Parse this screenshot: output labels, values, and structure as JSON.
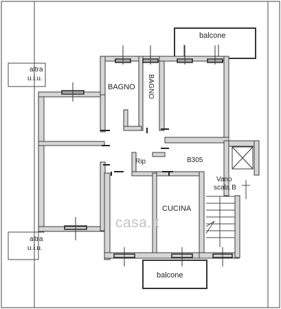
{
  "labels": {
    "balcone_top": "balcone",
    "balcone_bottom": "balcone",
    "altra_top_1": "altra",
    "altra_top_2": "u.i.u.",
    "altra_bottom_1": "altra",
    "altra_bottom_2": "u.i.u.",
    "bagno_1": "BAGNO",
    "bagno_2": "BAGNO",
    "rip": "Rip",
    "b305": "B305",
    "vano": "Vano",
    "scala": "scala B",
    "cucina": "CUCINA"
  },
  "watermark": "casa.it",
  "colors": {
    "wall": "#3a3a3a",
    "wall_fill": "#d6d6d6",
    "line": "#444444",
    "window": "#222222",
    "background": "#ffffff"
  }
}
